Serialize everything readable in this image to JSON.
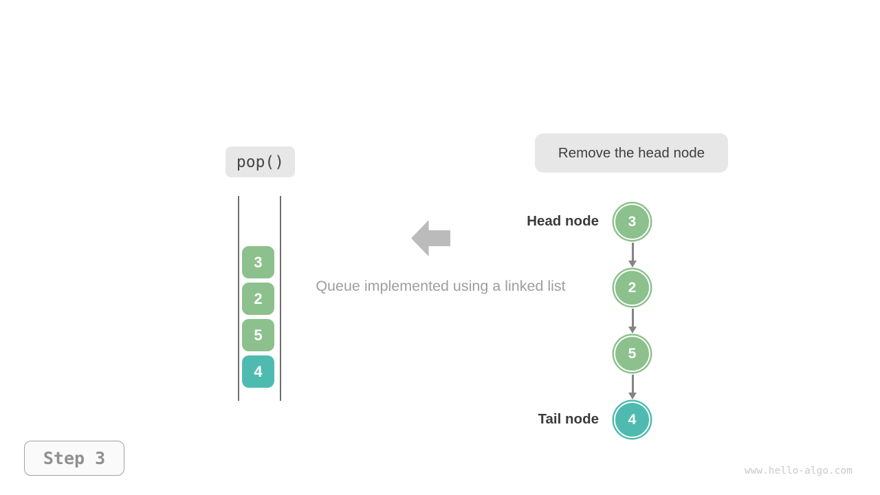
{
  "operation": {
    "label": "pop()"
  },
  "annotation": {
    "label": "Remove the head node"
  },
  "caption": "Queue implemented using a linked list",
  "queue_stack": {
    "items": [
      {
        "value": "3",
        "color": "green"
      },
      {
        "value": "2",
        "color": "green"
      },
      {
        "value": "5",
        "color": "green"
      },
      {
        "value": "4",
        "color": "teal"
      }
    ]
  },
  "linked_list": {
    "head_label": "Head node",
    "tail_label": "Tail node",
    "nodes": [
      {
        "value": "3",
        "color": "green"
      },
      {
        "value": "2",
        "color": "green"
      },
      {
        "value": "5",
        "color": "green"
      },
      {
        "value": "4",
        "color": "teal"
      }
    ]
  },
  "step": {
    "label": "Step 3"
  },
  "watermark": "www.hello-algo.com",
  "colors": {
    "green": "#8CC08C",
    "teal": "#4FBBB0",
    "badge_bg": "#E7E7E7",
    "arrow_gray": "#BBBBBB",
    "connector_gray": "#848484",
    "label_dark": "#3A3A3A",
    "caption_gray": "#9E9E9E",
    "step_text": "#909090",
    "watermark_gray": "#C9C9C9"
  }
}
